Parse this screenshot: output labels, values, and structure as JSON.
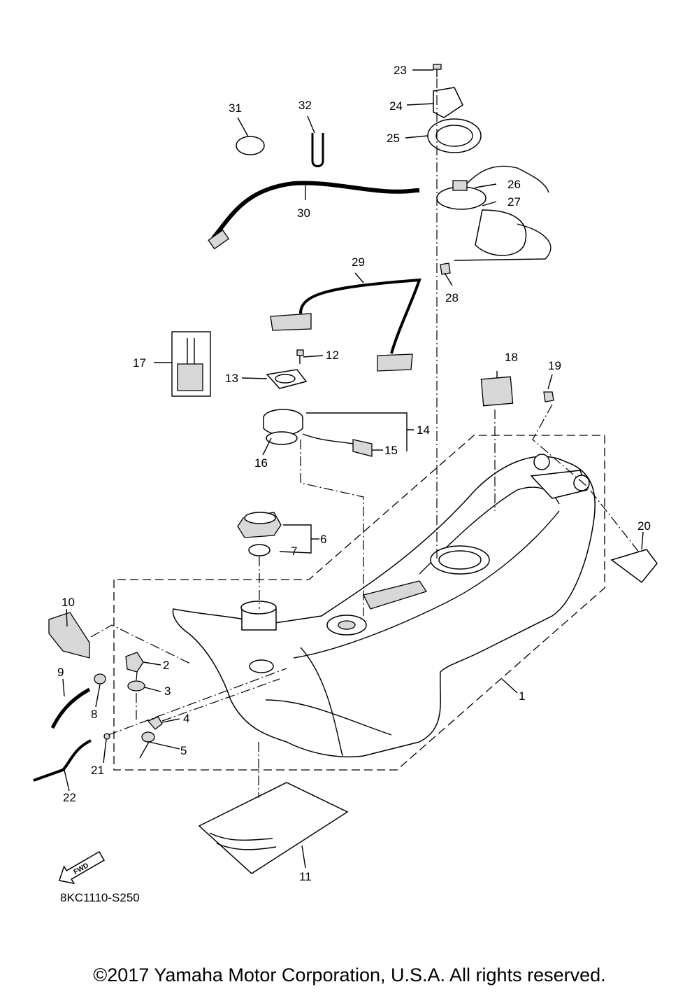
{
  "diagram": {
    "code": "8KC1110-S250",
    "fwd_label": "FWD",
    "copyright": "©2017 Yamaha Motor Corporation, U.S.A. All rights reserved.",
    "callouts": [
      "1",
      "2",
      "3",
      "4",
      "5",
      "6",
      "7",
      "8",
      "9",
      "10",
      "11",
      "12",
      "13",
      "14",
      "15",
      "16",
      "17",
      "18",
      "19",
      "20",
      "21",
      "22",
      "23",
      "24",
      "25",
      "26",
      "27",
      "28",
      "29",
      "30",
      "31",
      "32"
    ]
  }
}
